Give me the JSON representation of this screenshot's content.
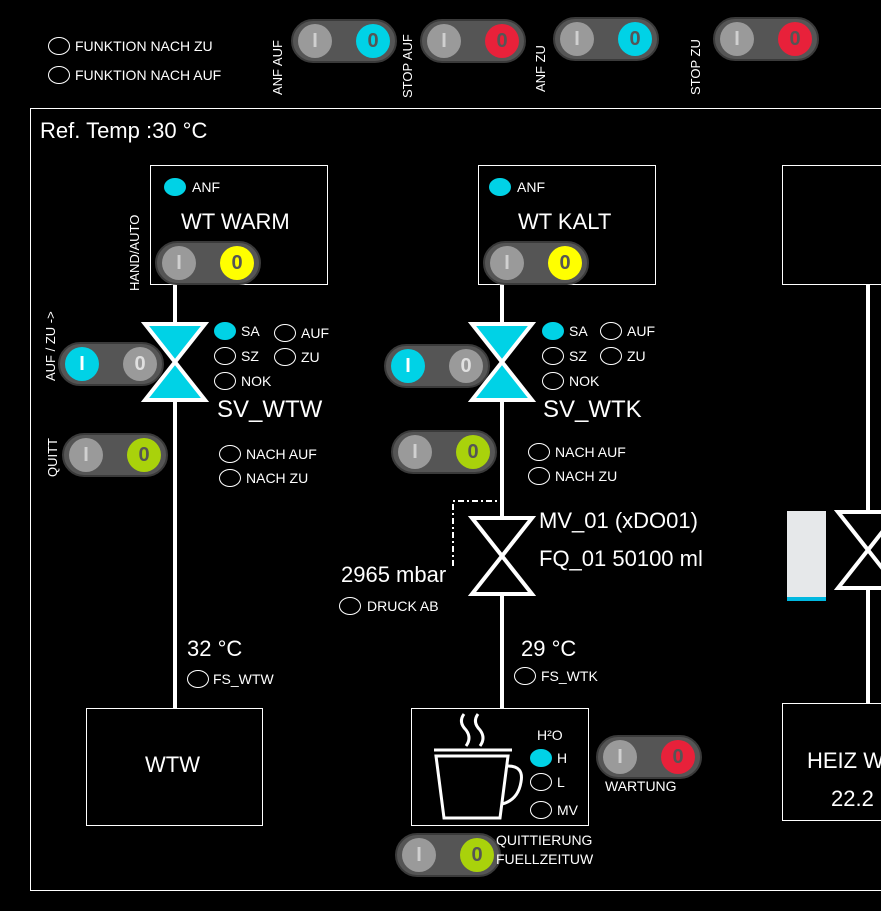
{
  "top": {
    "funktion_nach_zu": "FUNKTION NACH ZU",
    "funktion_nach_auf": "FUNKTION NACH AUF",
    "anf_auf": "ANF AUF",
    "stop_auf": "STOP AUF",
    "anf_zu": "ANF ZU",
    "stop_zu": "STOP ZU"
  },
  "toggle": {
    "i": "I",
    "o": "0"
  },
  "ref_temp": "Ref. Temp :30 °C",
  "warm": {
    "anf": "ANF",
    "title": "WT WARM",
    "hand_auto": "HAND/AUTO",
    "auf_zu": "AUF / ZU ->",
    "quitt": "QUITT",
    "sa": "SA",
    "sz": "SZ",
    "nok": "NOK",
    "auf": "AUF",
    "zu": "ZU",
    "valve_name": "SV_WTW",
    "nach_auf": "NACH AUF",
    "nach_zu": "NACH ZU",
    "temp": "32 °C",
    "fs": "FS_WTW",
    "tank": "WTW"
  },
  "kalt": {
    "anf": "ANF",
    "title": "WT KALT",
    "sa": "SA",
    "sz": "SZ",
    "nok": "NOK",
    "auf": "AUF",
    "zu": "ZU",
    "valve_name": "SV_WTK",
    "nach_auf": "NACH AUF",
    "nach_zu": "NACH ZU",
    "mv": "MV_01 (xDO01)",
    "fq": "FQ_01 50100 ml",
    "pressure": "2965 mbar",
    "druck_ab": "DRUCK AB",
    "temp": "29 °C",
    "fs": "FS_WTK",
    "h2o": "H²O",
    "h": "H",
    "l": "L",
    "mv_lvl": "MV",
    "wartung": "WARTUNG",
    "quittierung": "QUITTIERUNG",
    "fuellzeit": "FUELLZEITUW"
  },
  "heiz": {
    "tank_label": "HEIZ W",
    "value": "22.2"
  },
  "colors": {
    "accent": "#00d2e6",
    "alarm": "#e8213a",
    "auto": "#ffff00",
    "ok": "#a9d20b"
  }
}
